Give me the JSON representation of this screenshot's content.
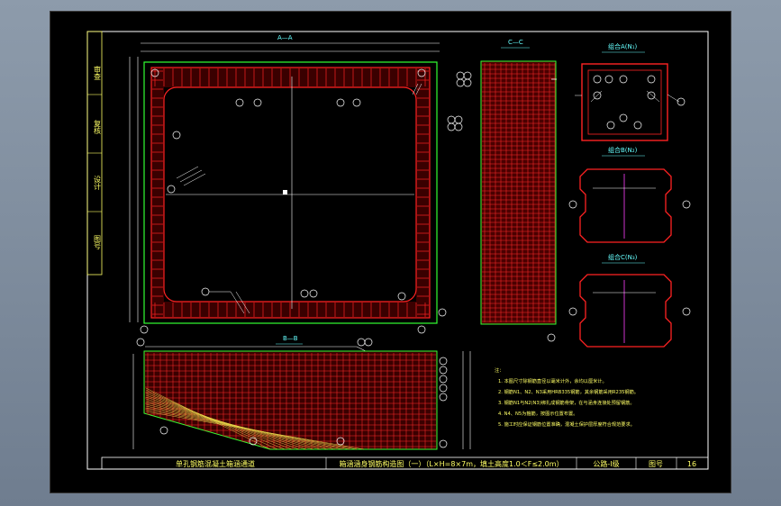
{
  "colors": {
    "background": "#000000",
    "frame": "#ffffff",
    "rebar": "#ff2222",
    "concrete_outline": "#33ff33",
    "title_text": "#ffff66",
    "section_label": "#66ffff",
    "dimension": "#ffffff"
  },
  "sidebar": {
    "cells": [
      "审查",
      "复核",
      "设计",
      "图号"
    ]
  },
  "views": {
    "plan_label": "A—A",
    "section_c_label": "C—C",
    "section_b_label": "B—B",
    "detail_a_label": "组合A(N₁)",
    "detail_b_label": "组合B(N₂)",
    "detail_c_label": "组合C(N₃)"
  },
  "notes": {
    "heading": "注：",
    "lines": [
      "1. 本图尺寸除钢筋直径以毫米计外，余均以厘米计。",
      "2. 钢筋N1、N2、N3采用HRB335钢筋，其余钢筋采用R235钢筋。",
      "3. 钢筋N1与N2(N3)绑扎成钢筋骨架，在与涵身连接处预留钢筋。",
      "4. N4、N5为箍筋，按图示位置布置。",
      "5. 施工时应保证钢筋位置准确，混凝土保护层厚度符合规范要求。"
    ]
  },
  "title_block": {
    "project": "单孔钢筋混凝土箱涵通道",
    "drawing_title": "箱涵涵身钢筋构造图（一）（L×H=8×7m，填土高度1.0＜F≤2.0m）",
    "load_class": "公路-Ⅰ级",
    "figure_no_label": "图号",
    "figure_no": "16"
  }
}
